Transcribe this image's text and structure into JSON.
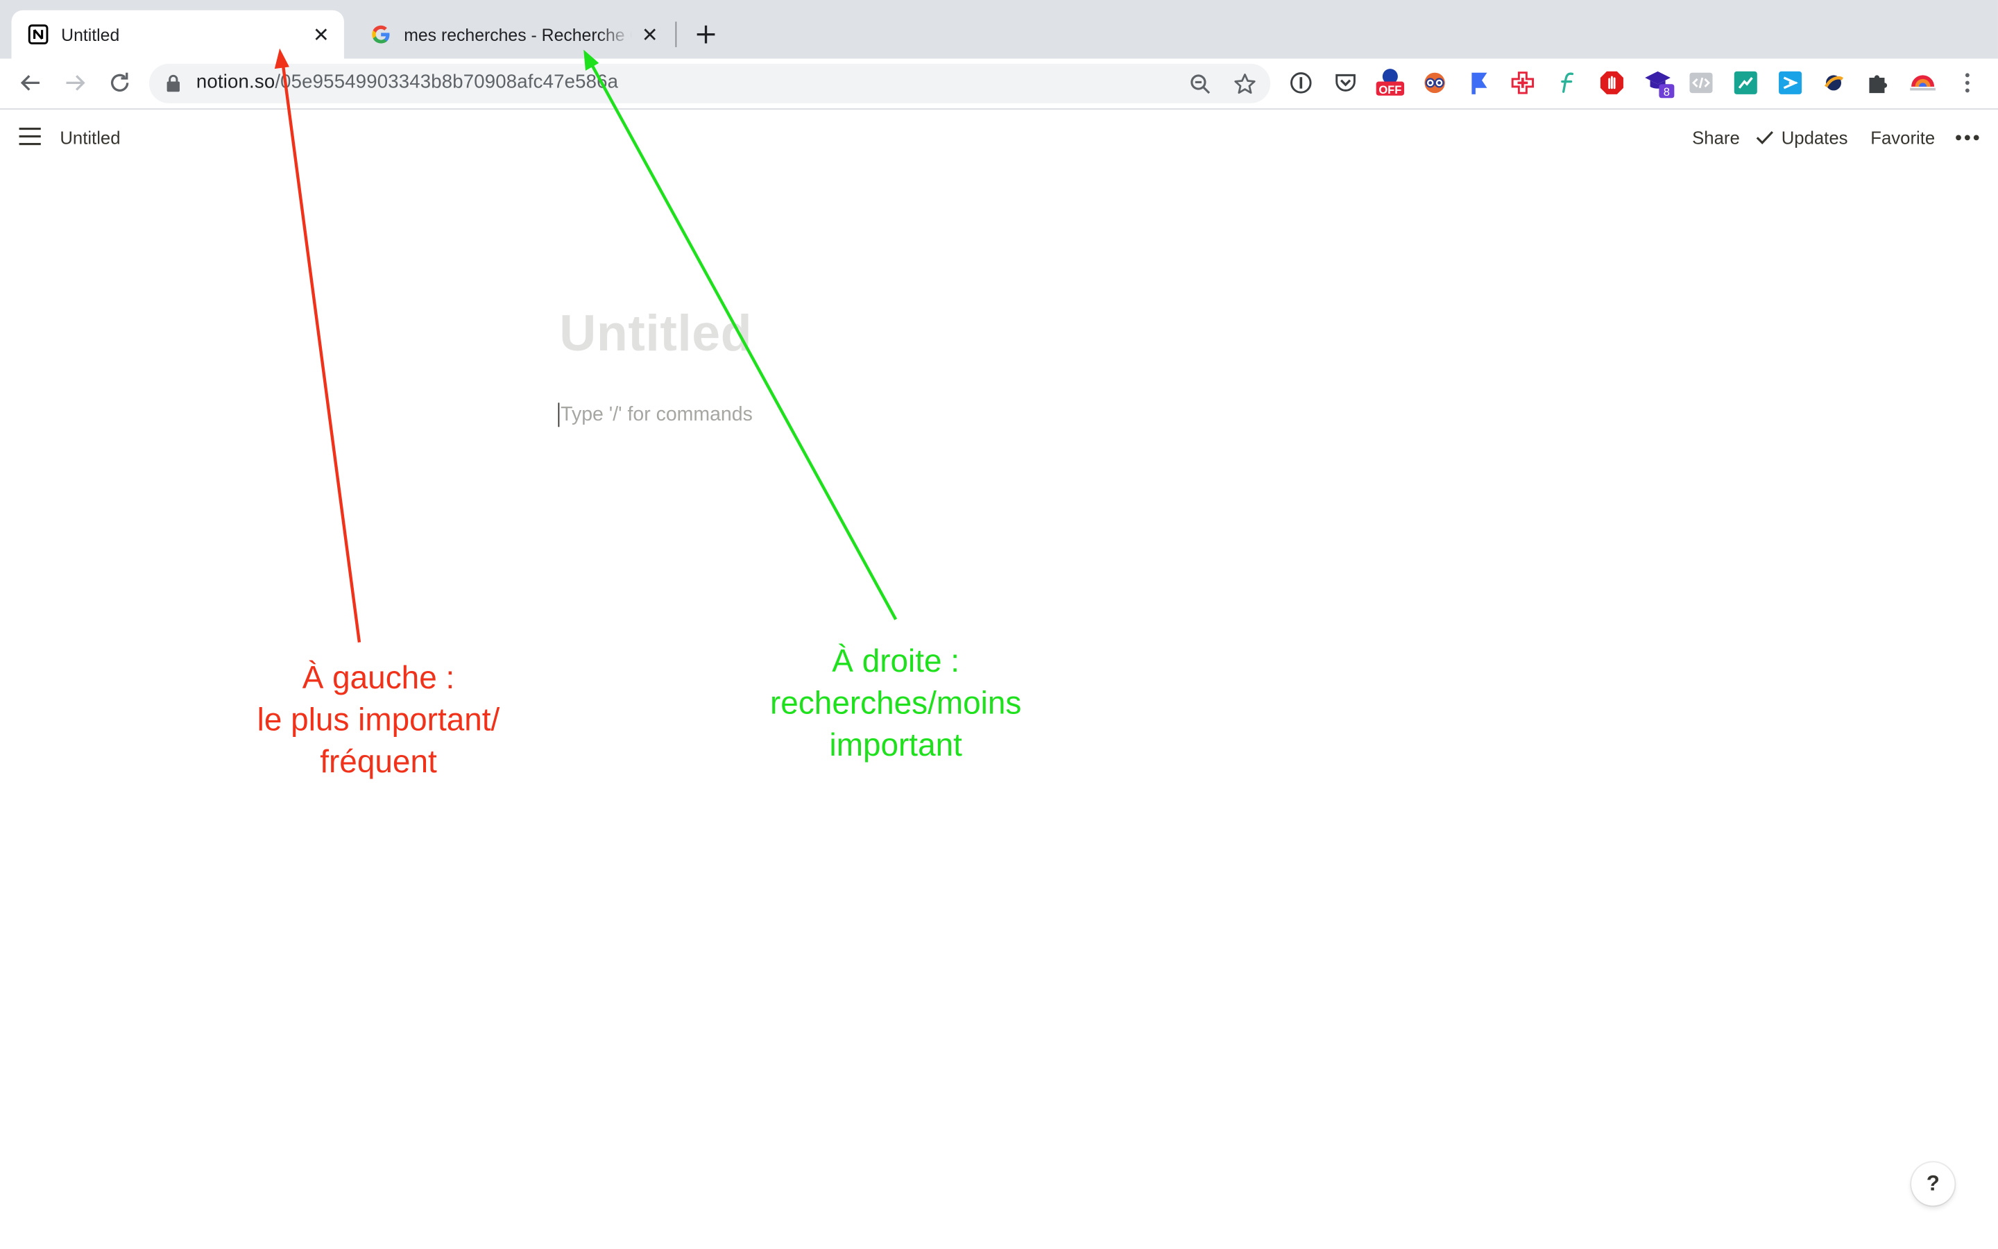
{
  "browser": {
    "tabs": [
      {
        "title": "Untitled",
        "favicon": "notion-logo-icon",
        "active": true
      },
      {
        "title": "mes recherches - Recherche Google",
        "favicon": "google-g-icon",
        "active": false
      }
    ],
    "url_host": "notion.so",
    "url_path": "/05e95549903343b8b70908afc47e586a",
    "extensions": [
      {
        "name": "onepassword-icon",
        "badge": ""
      },
      {
        "name": "pocket-icon",
        "badge": ""
      },
      {
        "name": "extension-off-icon",
        "badge": "OFF"
      },
      {
        "name": "owl-eyes-icon",
        "badge": ""
      },
      {
        "name": "bookmark-flag-icon",
        "badge": ""
      },
      {
        "name": "red-cross-icon",
        "badge": ""
      },
      {
        "name": "script-f-icon",
        "badge": ""
      },
      {
        "name": "stop-hand-icon",
        "badge": ""
      },
      {
        "name": "graduation-cap-icon",
        "badge": "8"
      },
      {
        "name": "code-tag-icon",
        "badge": ""
      },
      {
        "name": "teal-image-icon",
        "badge": ""
      },
      {
        "name": "blue-arrow-icon",
        "badge": ""
      },
      {
        "name": "orbit-icon",
        "badge": ""
      },
      {
        "name": "puzzle-icon",
        "badge": ""
      },
      {
        "name": "profile-avatar-icon",
        "badge": ""
      }
    ]
  },
  "notion": {
    "breadcrumb_title": "Untitled",
    "share_label": "Share",
    "updates_label": "Updates",
    "favorite_label": "Favorite",
    "page_title": "Untitled",
    "block_placeholder": "Type '/' for commands",
    "help_label": "?"
  },
  "annotations": {
    "left": {
      "color": "#f1321b",
      "lines": [
        "À gauche :",
        "le plus important/",
        "fréquent"
      ]
    },
    "right": {
      "color": "#1fe01c",
      "lines": [
        "À droite :",
        "recherches/moins",
        "important"
      ]
    }
  }
}
